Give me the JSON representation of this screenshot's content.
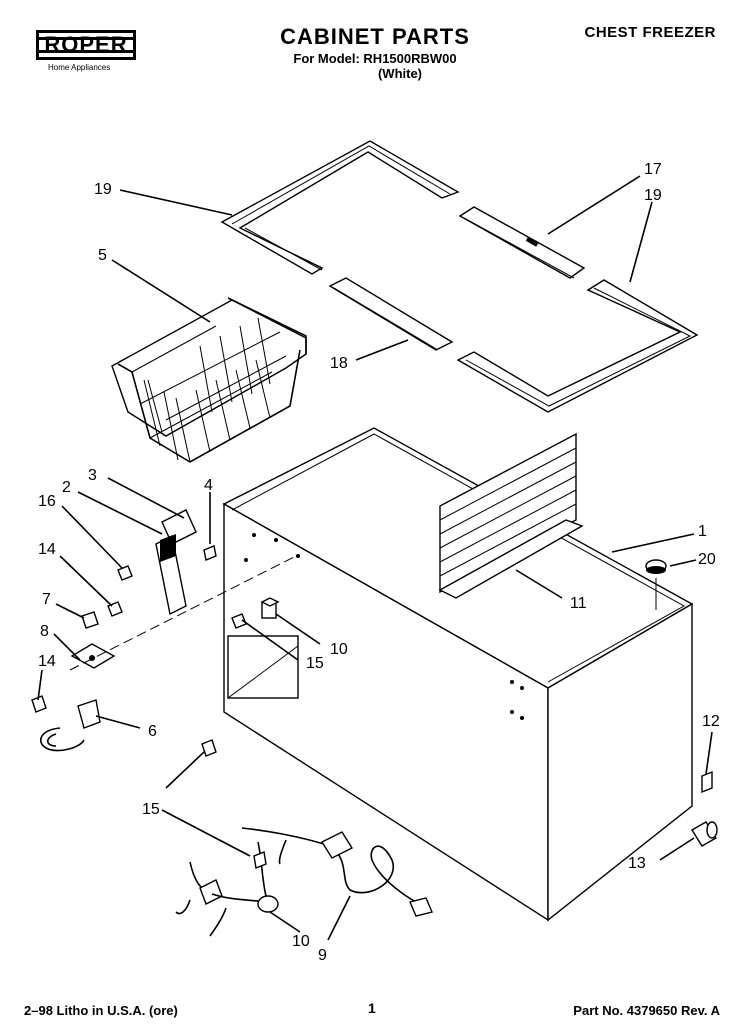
{
  "header": {
    "brand_name": "ROPER",
    "brand_tagline": "Home Appliances",
    "title": "CABINET PARTS",
    "model_line": "For Model: RH1500RBW00",
    "color_line": "(White)",
    "product_type": "CHEST FREEZER"
  },
  "callouts": [
    "19",
    "17",
    "19",
    "5",
    "18",
    "3",
    "2",
    "4",
    "16",
    "1",
    "20",
    "14",
    "11",
    "7",
    "8",
    "10",
    "15",
    "14",
    "6",
    "12",
    "15",
    "13",
    "10",
    "9"
  ],
  "footer": {
    "litho": "2–98 Litho in U.S.A. (ore)",
    "page": "1",
    "part_number": "Part No. 4379650 Rev. A"
  }
}
